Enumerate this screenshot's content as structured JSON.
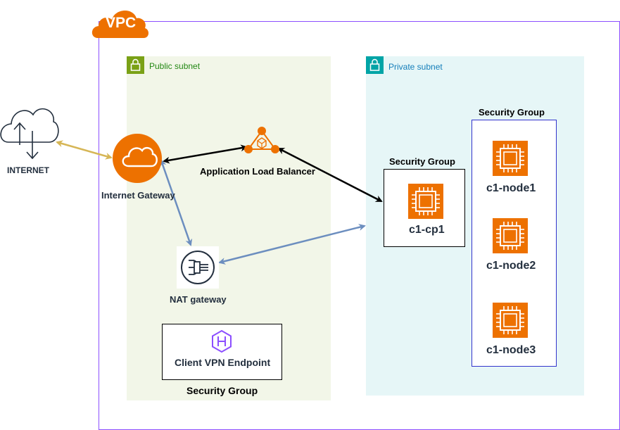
{
  "vpc": {
    "badge": "VPC",
    "border_color": "#8c4fff",
    "badge_color": "#ed7100"
  },
  "public_subnet": {
    "label": "Public subnet",
    "fill": "#f2f6e8",
    "accent": "#7aa116"
  },
  "private_subnet": {
    "label": "Private subnet",
    "fill": "#e6f6f7",
    "accent": "#00a4a6"
  },
  "internet": {
    "label": "INTERNET",
    "icon": "cloud-upload-download-icon"
  },
  "internet_gateway": {
    "label": "Internet Gateway",
    "icon": "cloud-icon",
    "color": "#ed7100"
  },
  "alb": {
    "label": "Application Load Balancer",
    "icon": "load-balancer-icon"
  },
  "nat_gateway": {
    "label": "NAT gateway",
    "icon": "nat-gateway-icon"
  },
  "client_vpn": {
    "label": "Client VPN Endpoint",
    "icon": "vpn-hexagon-icon",
    "icon_color": "#8c4fff"
  },
  "client_vpn_sg": {
    "label": "Security Group"
  },
  "cp_sg": {
    "label": "Security Group"
  },
  "cp_node": {
    "label": "c1-cp1",
    "icon": "chip-icon"
  },
  "worker_sg": {
    "label": "Security Group"
  },
  "worker_nodes": [
    {
      "label": "c1-node1",
      "icon": "chip-icon"
    },
    {
      "label": "c1-node2",
      "icon": "chip-icon"
    },
    {
      "label": "c1-node3",
      "icon": "chip-icon"
    }
  ],
  "connector_colors": {
    "internet": "#d6b656",
    "alb": "#000000",
    "nat": "#6c8ebf"
  }
}
